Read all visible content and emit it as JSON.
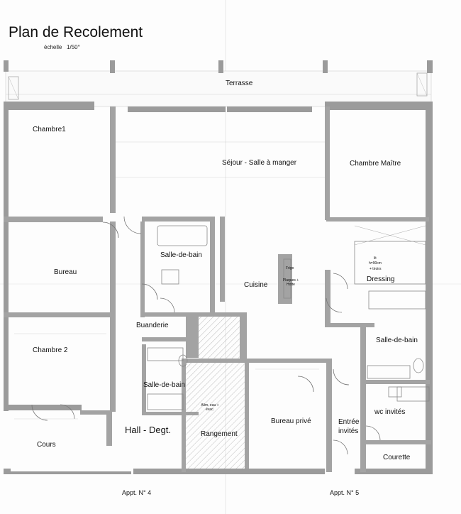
{
  "header": {
    "title": "Plan de Recolement",
    "scale_label": "échelle",
    "scale_value": "1/50°"
  },
  "rooms": {
    "terrasse": "Terrasse",
    "chambre1": "Chambre1",
    "sejour": "Séjour - Salle à manger",
    "chambre_maitre": "Chambre Maître",
    "salle_de_bain_1": "Salle-de-bain",
    "bureau": "Bureau",
    "cuisine": "Cuisine",
    "dressing": "Dressing",
    "buanderie": "Buanderie",
    "chambre2": "Chambre 2",
    "salle_de_bain_2": "Salle-de-bain",
    "salle_de_bain_3": "Salle-de-bain",
    "hall": "Hall - Degt.",
    "rangement": "Rangement",
    "bureau_prive": "Bureau privé",
    "entree_invites": "Entrée invités",
    "wc_invites": "wc invités",
    "cours": "Cours",
    "courette": "Courette"
  },
  "annotations": {
    "frigo": "Frigo",
    "plaques": "Plaques + Hotte",
    "lit": "lit",
    "lit_dim": "h=90cm",
    "lit_tiroirs": "+ tiroirs",
    "alim_eau": "Alim. eau + évac."
  },
  "footer": {
    "appt4": "Appt. N° 4",
    "appt5": "Appt. N° 5"
  }
}
